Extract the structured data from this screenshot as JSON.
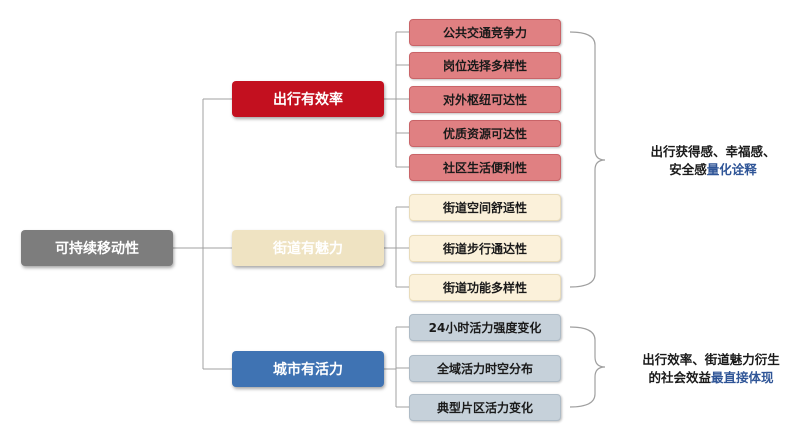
{
  "diagram": {
    "root": {
      "label": "可持续移动性"
    },
    "branches": [
      {
        "label": "出行有效率",
        "color": "#c3101f",
        "items": [
          "公共交通竞争力",
          "岗位选择多样性",
          "对外枢纽可达性",
          "优质资源可达性",
          "社区生活便利性"
        ]
      },
      {
        "label": "街道有魅力",
        "color": "#efe3c2",
        "items": [
          "街道空间舒适性",
          "街道步行通达性",
          "街道功能多样性"
        ]
      },
      {
        "label": "城市有活力",
        "color": "#3f73b3",
        "items": [
          "24小时活力强度变化",
          "全域活力时空分布",
          "典型片区活力变化"
        ]
      }
    ],
    "results": [
      {
        "line1": "出行获得感、幸福感、",
        "line2_plain": "安全感",
        "line2_highlight": "量化诠释"
      },
      {
        "line1": "出行效率、街道魅力衍生",
        "line2_plain": "的社会效益",
        "line2_highlight": "最直接体现"
      }
    ],
    "colors": {
      "connector": "#999999",
      "highlight_text": "#2f5597"
    }
  }
}
